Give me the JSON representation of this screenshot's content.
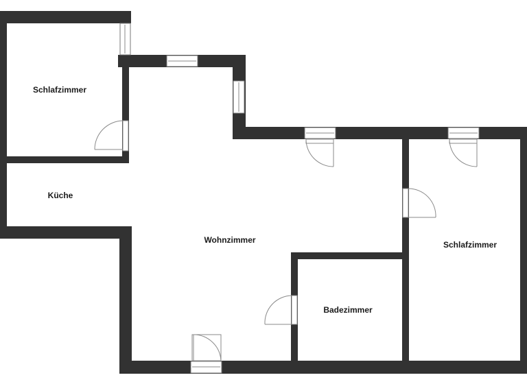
{
  "rooms": [
    {
      "id": "schlafzimmer-1",
      "label": "Schlafzimmer"
    },
    {
      "id": "kueche",
      "label": "Küche"
    },
    {
      "id": "wohnzimmer",
      "label": "Wohnzimmer"
    },
    {
      "id": "badezimmer",
      "label": "Badezimmer"
    },
    {
      "id": "schlafzimmer-2",
      "label": "Schlafzimmer"
    }
  ],
  "colors": {
    "wall": "#323232",
    "background": "#ffffff"
  }
}
